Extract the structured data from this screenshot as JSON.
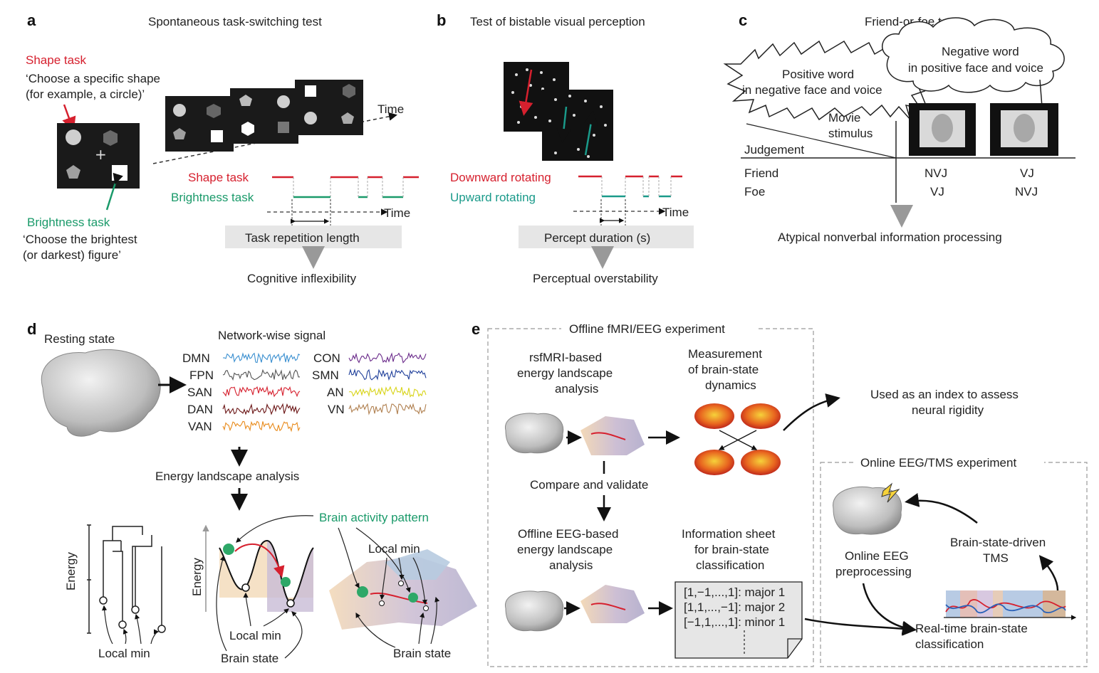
{
  "colors": {
    "red": "#d6202e",
    "green": "#1a9a6a",
    "teal": "#1a9a8a",
    "gray_box": "#e6e6e6",
    "arrow_gray": "#999999"
  },
  "panel_a": {
    "letter": "a",
    "title": "Spontaneous task-switching test",
    "shape_task_label": "Shape task",
    "shape_task_desc1": "‘Choose a specific shape",
    "shape_task_desc2": "(for example, a circle)’",
    "brightness_task_label": "Brightness task",
    "brightness_task_desc1": "‘Choose the brightest",
    "brightness_task_desc2": "(or darkest) figure’",
    "time_label": "Time",
    "trace_shape": "Shape task",
    "trace_brightness": "Brightness task",
    "time2": "Time",
    "box_label": "Task repetition length",
    "outcome": "Cognitive inflexibility"
  },
  "panel_b": {
    "letter": "b",
    "title": "Test of bistable visual perception",
    "down": "Downward rotating",
    "up": "Upward rotating",
    "time": "Time",
    "box_label": "Percept duration (s)",
    "outcome": "Perceptual overstability"
  },
  "panel_c": {
    "letter": "c",
    "title": "Friend-or-foe test",
    "bubble1_l1": "Positive word",
    "bubble1_l2": "in negative face and voice",
    "bubble2_l1": "Negative word",
    "bubble2_l2": "in positive face and voice",
    "movie1": "Movie",
    "movie2": "stimulus",
    "judgement": "Judgement",
    "friend": "Friend",
    "foe": "Foe",
    "c1_friend": "NVJ",
    "c1_foe": "VJ",
    "c2_friend": "VJ",
    "c2_foe": "NVJ",
    "outcome": "Atypical nonverbal information processing"
  },
  "panel_d": {
    "letter": "d",
    "resting": "Resting state",
    "network_title": "Network-wise signal",
    "networks_left": [
      "DMN",
      "FPN",
      "SAN",
      "DAN",
      "VAN"
    ],
    "networks_right": [
      "CON",
      "SMN",
      "AN",
      "VN"
    ],
    "energy_analysis": "Energy landscape analysis",
    "energy1": "Energy",
    "energy2": "Energy",
    "local_min1": "Local min",
    "local_min2": "Local min",
    "local_min3": "Local min",
    "brain_state1": "Brain state",
    "brain_state2": "Brain state",
    "brain_activity": "Brain activity pattern"
  },
  "panel_e": {
    "letter": "e",
    "offline_title": "Offline fMRI/EEG experiment",
    "rsfmri1": "rsfMRI-based",
    "rsfmri2": "energy landscape",
    "rsfmri3": "analysis",
    "meas1": "Measurement",
    "meas2": "of brain-state",
    "meas3": "dynamics",
    "used1": "Used as an index to assess",
    "used2": "neural rigidity",
    "compare": "Compare and validate",
    "offeeg1": "Offline EEG-based",
    "offeeg2": "energy landscape",
    "offeeg3": "analysis",
    "info1": "Information sheet",
    "info2": "for brain-state",
    "info3": "classification",
    "sheet_rows": [
      "[1,−1,...,1]: major 1",
      "[1,1,...,−1]: major 2",
      "[−1,1,...,1]: minor 1"
    ],
    "online_title": "Online EEG/TMS experiment",
    "online_eeg1": "Online EEG",
    "online_eeg2": "preprocessing",
    "tms1": "Brain-state-driven",
    "tms2": "TMS",
    "rt1": "Real-time brain-state",
    "rt2": "classification"
  }
}
